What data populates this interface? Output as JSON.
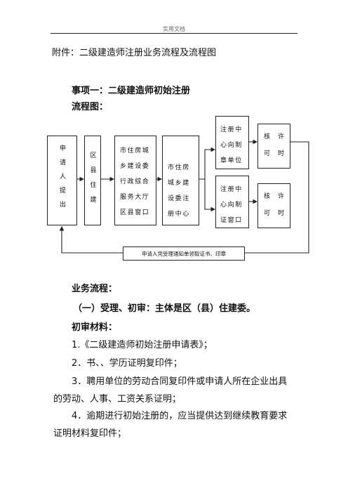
{
  "header": {
    "text": "实用文档"
  },
  "attachment": "附件：二级建造师注册业务流程及流程图",
  "item_title": "事项一：二级建造师初始注册",
  "flowchart_label": "流程图：",
  "flowchart": {
    "box_applicant": "申请人提出",
    "box_district": "区县住建",
    "box_city_admin": "市住房城\n乡建设委\n行政综合\n服务大厅\n区县窗口",
    "box_city_center": "市住房\n城乡建\n设委注\n册中心",
    "box_reg_top": "注册中\n心向制\n章单位",
    "box_reg_bottom": "注册中\n心向制\n证窗口",
    "box_approve_top": "核许\n可时",
    "box_approve_bottom": "核许\n可时",
    "bottom_note": "申请人凭受理通知单领取证书、印章"
  },
  "business_flow_label": "业务流程：",
  "section1_title": "（一）受理、初审：主体是区（县）住建委。",
  "materials_label": "初审材料：",
  "materials": [
    "1.《二级建造师初始注册申请表》；",
    "2．书、、学历证明复印件；",
    "3．聘用单位的劳动合同复印件或申请人所在企业出具",
    "的劳动、人事、工资关系证明；",
    "4．逾期进行初始注册的，应当提供达到继续教育要求",
    "证明材料复印件；"
  ]
}
